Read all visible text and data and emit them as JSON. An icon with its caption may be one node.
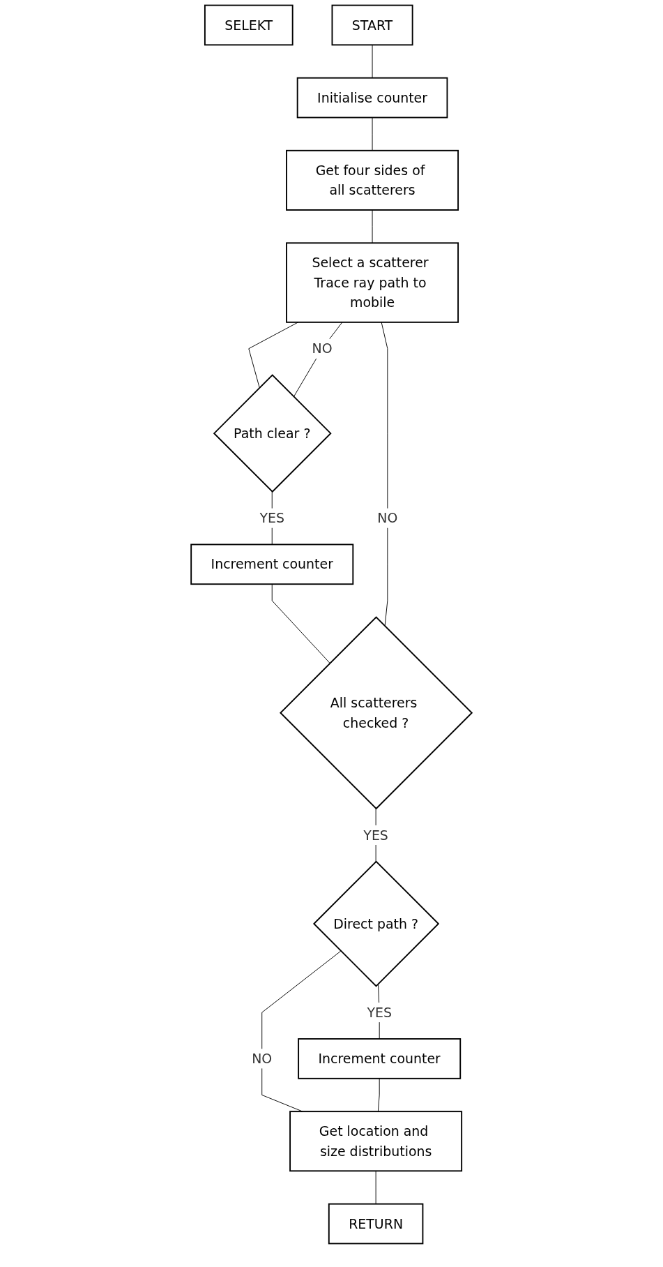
{
  "diagram": {
    "nodes": [
      {
        "text": [
          "SELEKT"
        ]
      },
      {
        "text": [
          "START"
        ]
      },
      {
        "text": [
          "Initialise counter"
        ]
      },
      {
        "text": [
          "Get four sides of all scatterers"
        ]
      },
      {
        "text": [
          "Select a scatterer Trace ray path to mobile"
        ]
      },
      {
        "text": [
          "Path clear ?"
        ]
      },
      {
        "text": [
          "Increment counter"
        ]
      },
      {
        "text": [
          "All scatterers checked ?"
        ]
      },
      {
        "text": [
          "Direct path ?"
        ]
      },
      {
        "text": [
          "Increment counter"
        ]
      },
      {
        "text": [
          "Get location and size distributions"
        ]
      },
      {
        "text": [
          "RETURN"
        ]
      }
    ],
    "edges": [
      {
        "from": 1,
        "to": 2,
        "arrow": "none"
      },
      {
        "from": 2,
        "to": 3,
        "arrow": "none"
      },
      {
        "from": 3,
        "to": 4,
        "arrow": "none"
      },
      {
        "from": 4,
        "to": 5,
        "arrow": "none"
      },
      {
        "from": 5,
        "to": 4,
        "arrow": "none",
        "label": "NO"
      },
      {
        "from": 5,
        "to": 6,
        "arrow": "none",
        "label": "YES"
      },
      {
        "from": 6,
        "to": 7,
        "arrow": "none"
      },
      {
        "from": 7,
        "to": 4,
        "arrow": "none",
        "label": "NO"
      },
      {
        "from": 7,
        "to": 8,
        "arrow": "none",
        "label": "YES"
      },
      {
        "from": 8,
        "to": 9,
        "arrow": "none",
        "label": "YES"
      },
      {
        "from": 8,
        "to": 10,
        "arrow": "none",
        "label": "NO"
      },
      {
        "from": 9,
        "to": 10,
        "arrow": "none"
      },
      {
        "from": 10,
        "to": 11,
        "arrow": "none"
      }
    ]
  }
}
